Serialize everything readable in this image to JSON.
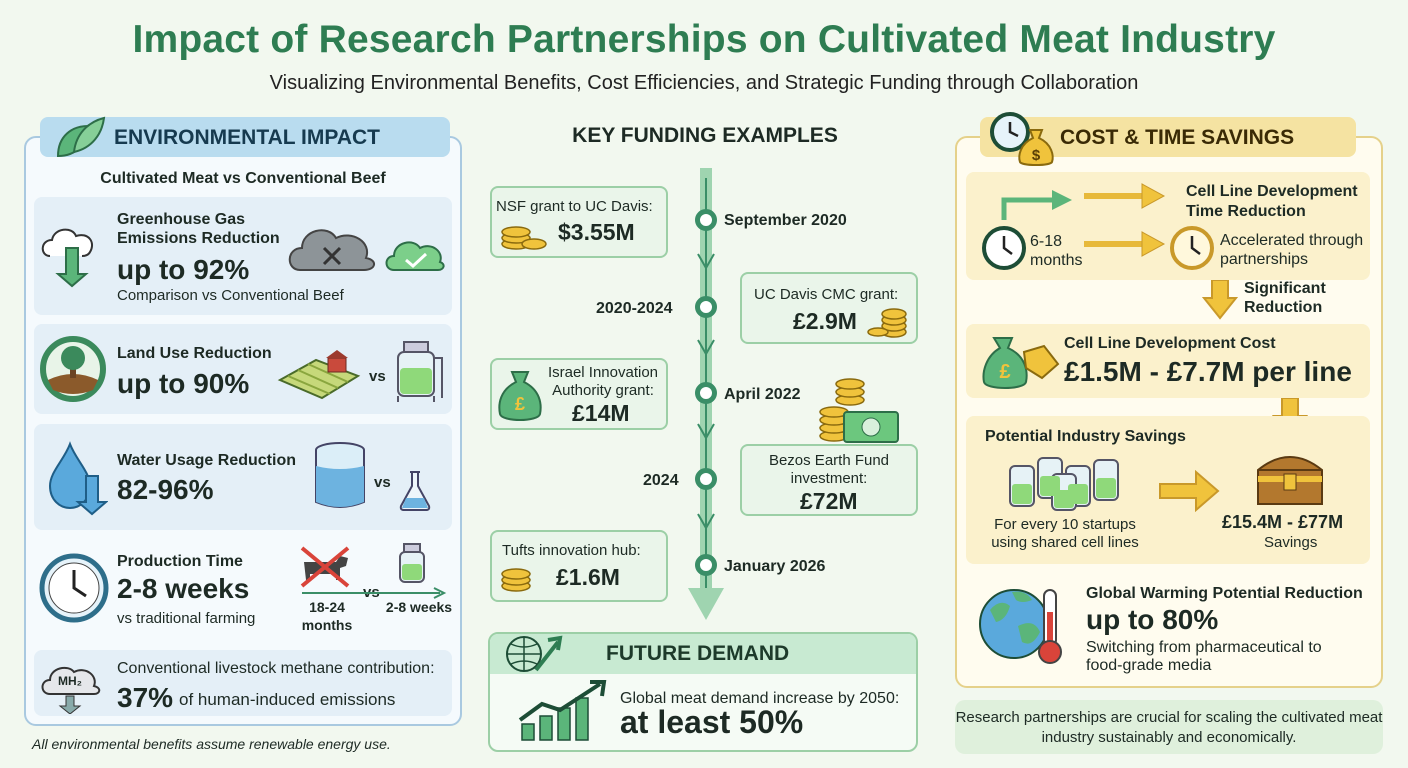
{
  "title": "Impact of Research Partnerships on Cultivated Meat Industry",
  "subtitle": "Visualizing Environmental Benefits, Cost Efficiencies, and Strategic Funding through Collaboration",
  "env": {
    "heading": "ENVIRONMENTAL IMPACT",
    "subheading": "Cultivated Meat vs Conventional Beef",
    "ghg": {
      "title": "Greenhouse Gas Emissions Reduction",
      "value": "up to 92%",
      "note": "Comparison vs Conventional Beef"
    },
    "land": {
      "title": "Land Use Reduction",
      "value": "up to 90%",
      "vs": "vs"
    },
    "water": {
      "title": "Water Usage Reduction",
      "value": "82-96%",
      "vs": "vs"
    },
    "prod": {
      "title": "Production Time",
      "value": "2-8 weeks",
      "note": "vs traditional farming",
      "left_label": "18-24 months",
      "vs": "vs",
      "right_label": "2-8 weeks"
    },
    "methane": {
      "icon_text": "MH₂",
      "title": "Conventional livestock methane contribution:",
      "value": "37%",
      "suffix": "of human-induced emissions"
    },
    "footnote": "All environmental benefits assume renewable energy use."
  },
  "funding": {
    "heading": "KEY FUNDING EXAMPLES",
    "items": [
      {
        "label": "NSF grant to UC Davis:",
        "amount": "$3.55M",
        "date": "September 2020"
      },
      {
        "label": "UC Davis CMC grant:",
        "amount": "£2.9M",
        "date": "2020-2024"
      },
      {
        "label": "Israel Innovation Authority grant:",
        "amount": "£14M",
        "date": "April 2022"
      },
      {
        "label": "Bezos Earth Fund investment:",
        "amount": "£72M",
        "date": "2024"
      },
      {
        "label": "Tufts innovation hub:",
        "amount": "£1.6M",
        "date": "January 2026"
      }
    ]
  },
  "demand": {
    "heading": "FUTURE DEMAND",
    "label": "Global meat demand increase by 2050:",
    "value": "at least 50%"
  },
  "cost": {
    "heading": "COST & TIME SAVINGS",
    "cell_time": {
      "title": "Cell Line Development Time Reduction",
      "from": "6-18 months",
      "note": "Accelerated through partnerships"
    },
    "arrow_label": "Significant Reduction",
    "cell_cost": {
      "title": "Cell Line Development Cost",
      "value": "£1.5M - £7.7M per line"
    },
    "industry": {
      "title": "Potential Industry Savings",
      "note": "For every 10 startups using shared cell lines",
      "value": "£15.4M - £77M",
      "value_label": "Savings"
    },
    "gwp": {
      "title": "Global Warming Potential Reduction",
      "value": "up to 80%",
      "note": "Switching from pharmaceutical to food-grade media"
    }
  },
  "conclusion": "Research partnerships are crucial for scaling the cultivated meat industry sustainably and economically.",
  "colors": {
    "green": "#2e7d52",
    "blue": "#b9dcef",
    "gold": "#f5e3a2"
  }
}
